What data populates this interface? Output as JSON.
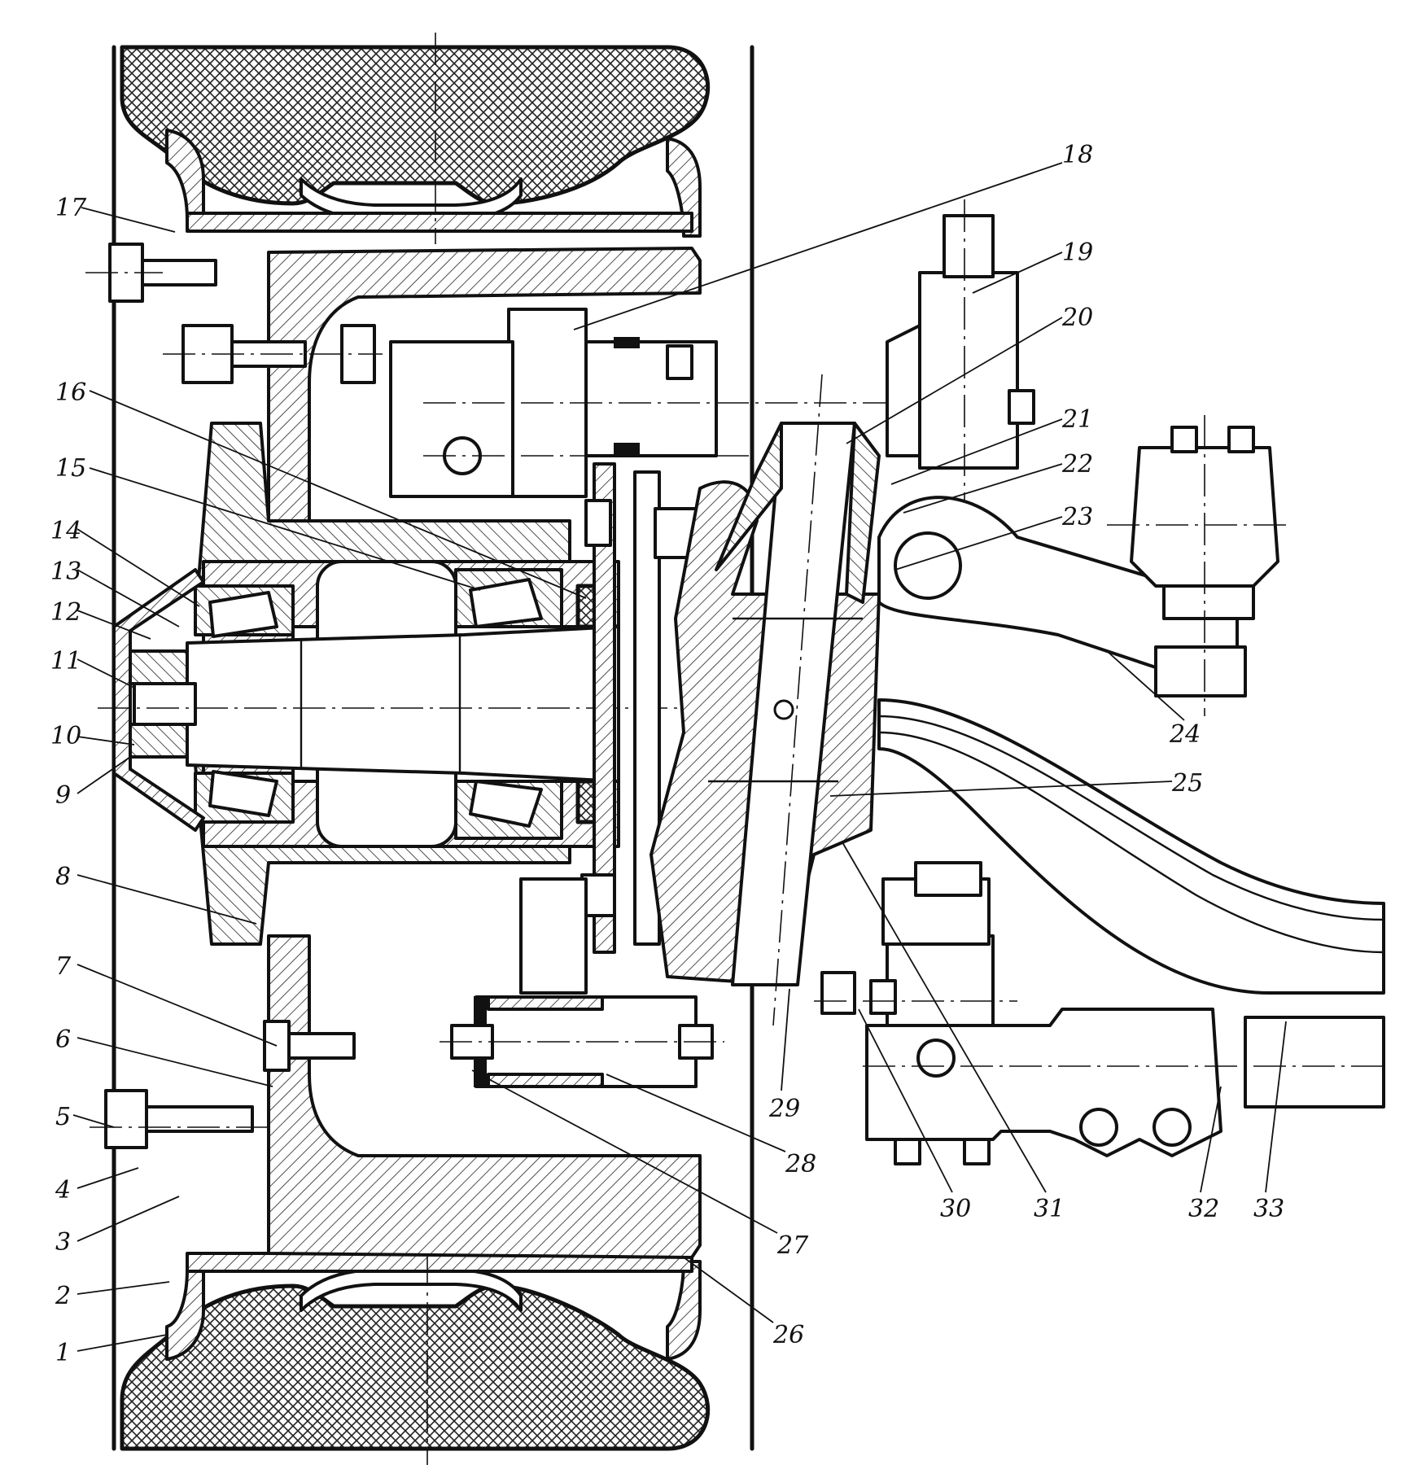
{
  "diagram": {
    "callout_numbers": [
      "1",
      "2",
      "3",
      "4",
      "5",
      "6",
      "7",
      "8",
      "9",
      "10",
      "11",
      "12",
      "13",
      "14",
      "15",
      "16",
      "17",
      "18",
      "19",
      "20",
      "21",
      "22",
      "23",
      "24",
      "25",
      "26",
      "27",
      "28",
      "29",
      "30",
      "31",
      "32",
      "33"
    ],
    "line_color": "#111111",
    "background_color": "#ffffff"
  }
}
